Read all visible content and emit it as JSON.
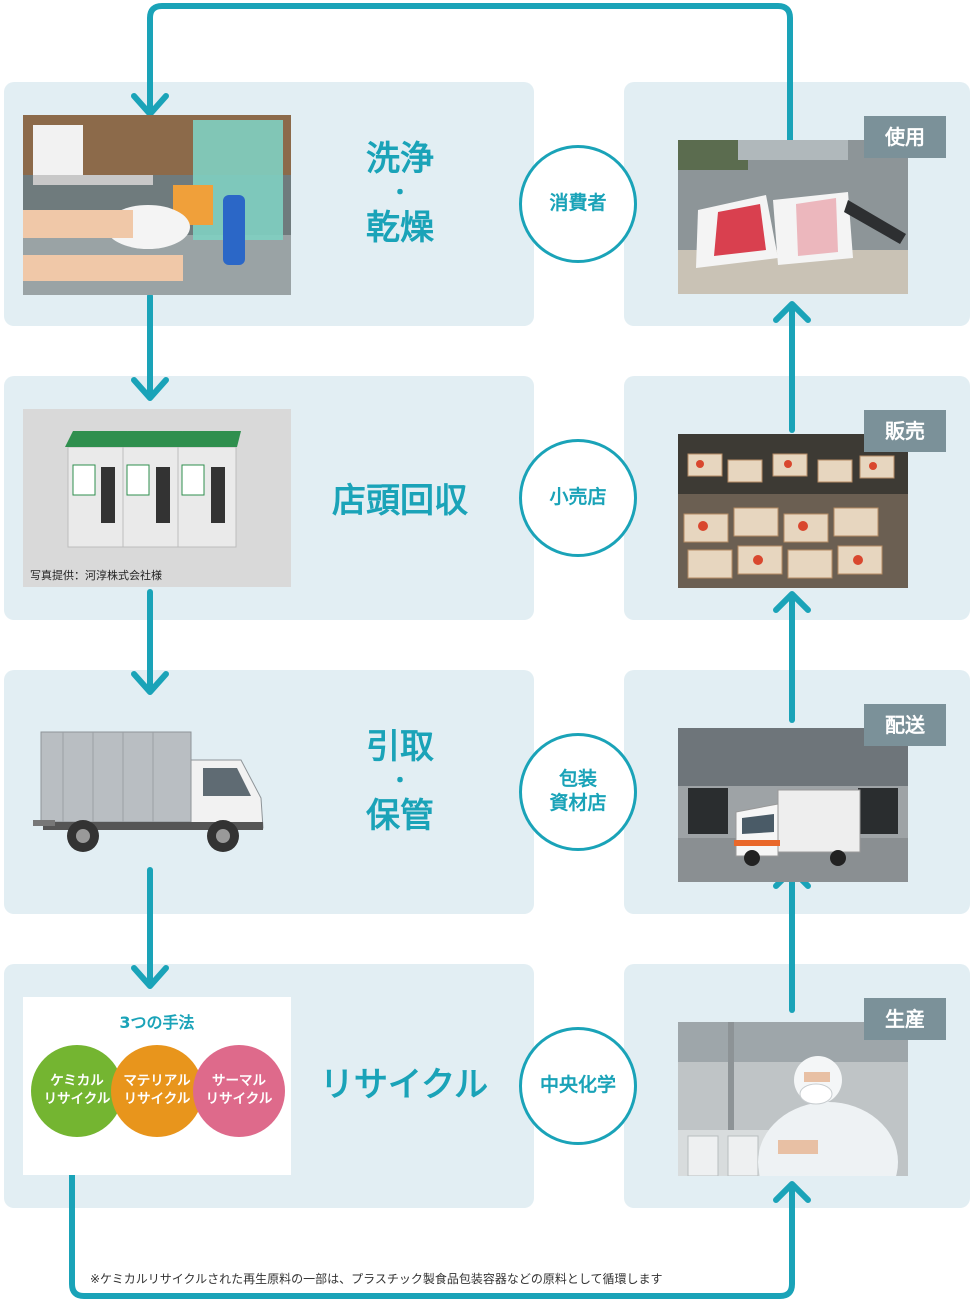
{
  "colors": {
    "accent": "#1aa3b8",
    "panel_bg": "#e2eef3",
    "tag_bg": "#7b9199",
    "chemical": "#74b531",
    "material": "#e8951c",
    "thermal": "#de6a8b"
  },
  "left_stages": [
    {
      "title_line1": "洗浄",
      "dot": "・",
      "title_line2": "乾燥",
      "photo_icon": "washing-tray-photo"
    },
    {
      "title": "店頭回収",
      "photo_icon": "collection-bins-photo",
      "photo_credit": "写真提供：河淳株式会社様"
    },
    {
      "title_line1": "引取",
      "dot": "・",
      "title_line2": "保管",
      "photo_icon": "truck-photo"
    },
    {
      "title": "リサイクル",
      "methods_title": "3つの手法",
      "methods": [
        {
          "line1": "ケミカル",
          "line2": "リサイクル"
        },
        {
          "line1": "マテリアル",
          "line2": "リサイクル"
        },
        {
          "line1": "サーマル",
          "line2": "リサイクル"
        }
      ]
    }
  ],
  "actors": [
    {
      "line1": "消費者",
      "line2": ""
    },
    {
      "line1": "小売店",
      "line2": ""
    },
    {
      "line1": "包装",
      "line2": "資材店"
    },
    {
      "line1": "中央化学",
      "line2": ""
    }
  ],
  "right_stages": [
    {
      "tag": "使用",
      "photo_icon": "meat-tray-photo"
    },
    {
      "tag": "販売",
      "photo_icon": "store-shelf-photo"
    },
    {
      "tag": "配送",
      "photo_icon": "warehouse-truck-photo"
    },
    {
      "tag": "生産",
      "photo_icon": "factory-worker-photo"
    }
  ],
  "footnote": "※ケミカルリサイクルされた再生原料の一部は、プラスチック製食品包装容器などの原料として循環します"
}
